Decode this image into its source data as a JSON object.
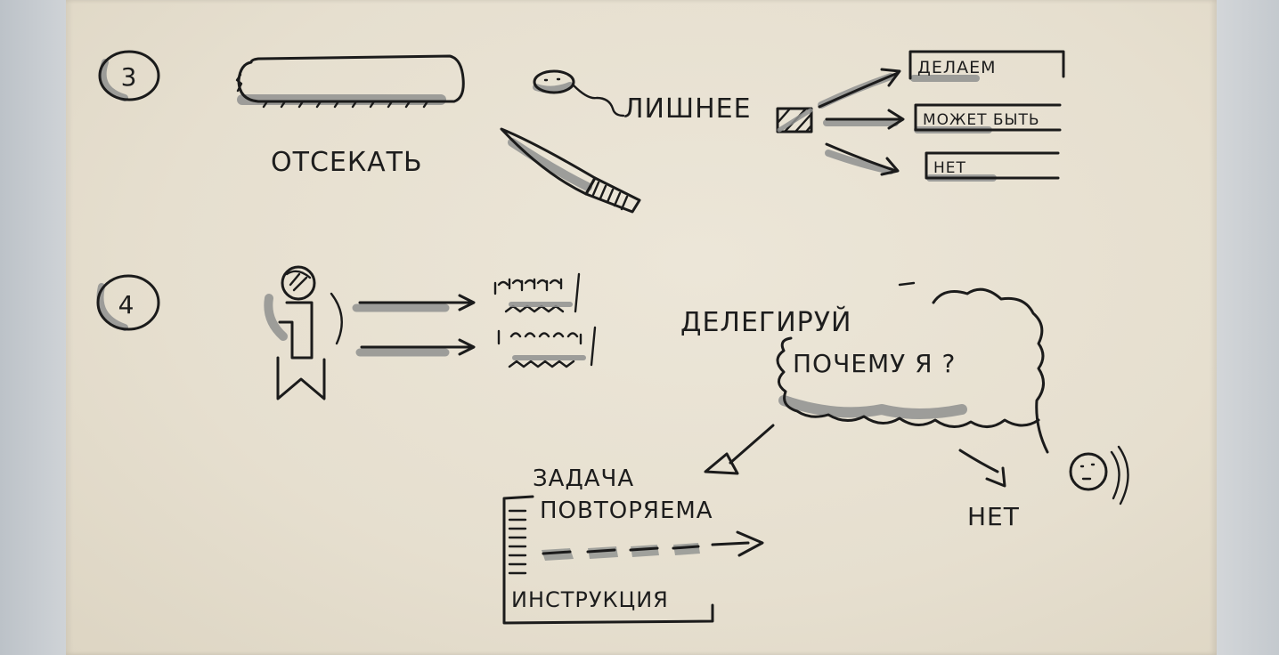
{
  "section3": {
    "number": "3",
    "cut_label": "ОТСЕКАТЬ",
    "excess_label": "ЛИШНЕЕ",
    "options": [
      "ДЕЛАЕМ",
      "МОЖЕТ БЫТЬ",
      "НЕТ"
    ]
  },
  "section4": {
    "number": "4",
    "delegate_label": "ДЕЛЕГИРУЙ",
    "question_label": "ПОЧЕМУ Я ?",
    "task_line1": "ЗАДАЧА",
    "task_line2": "ПОВТОРЯЕМА",
    "instruction_label": "ИНСТРУКЦИЯ",
    "no_label": "НЕТ"
  },
  "colors": {
    "paper": "#e8e2d3",
    "ink": "#1b1b1b",
    "marker_gray": "#8f918f"
  }
}
